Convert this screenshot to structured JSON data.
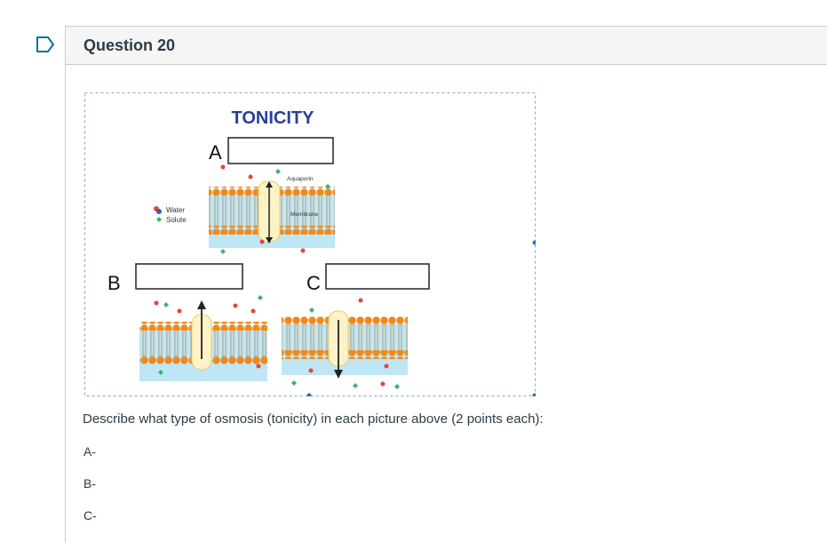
{
  "question": {
    "title": "Question 20",
    "flag_icon": "flag-icon"
  },
  "figure": {
    "heading": "TONICITY",
    "label_a": "A",
    "label_b": "B",
    "label_c": "C",
    "legend_water": "Water",
    "legend_solute": "Solute",
    "aquaporin": "Aquaporin",
    "membrane": "Membrane"
  },
  "prompt": "Describe what type of osmosis (tonicity) in each picture above (2 points each):",
  "answers": [
    "A-",
    "B-",
    "C-"
  ],
  "colors": {
    "accent_flag": "#0770a3",
    "tonicity_title": "#2c3e96",
    "membrane_head": "#f08a1c",
    "membrane_bg": "#bfe6f5",
    "water_red": "#e0463a",
    "water_blue": "#2f5fbf",
    "solute_green": "#3cb371"
  }
}
